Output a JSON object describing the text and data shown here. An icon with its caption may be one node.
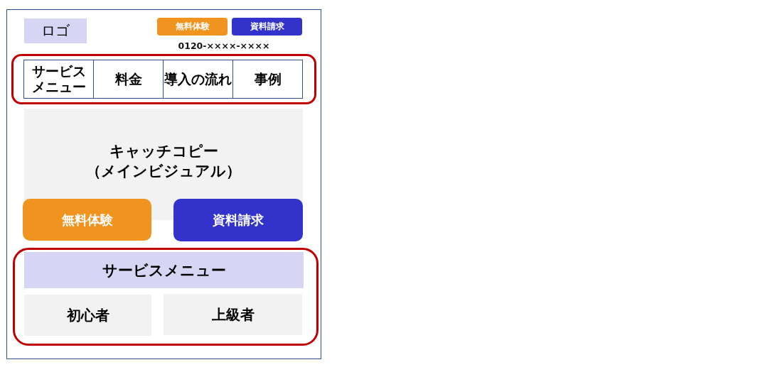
{
  "diagram": {
    "nodes": [
      {
        "text": [],
        "shape": "box"
      },
      {
        "text": [
          "ロゴ"
        ],
        "in": 0
      },
      {
        "text": [
          "無料体験"
        ],
        "in": 0
      },
      {
        "text": [
          "資料請求"
        ],
        "in": 0
      },
      {
        "text": [],
        "shape": "box",
        "in": 0
      },
      {
        "text": [
          "サービスメニュー"
        ],
        "in": 4
      },
      {
        "text": [
          "料金"
        ],
        "in": 4
      },
      {
        "text": [
          "導入の流れ"
        ],
        "in": 4
      },
      {
        "text": [
          "事例"
        ],
        "in": 4
      },
      {
        "text": [
          "キャッチコピー（メインビジュアル）"
        ],
        "in": 0
      },
      {
        "text": [
          "無料体験"
        ],
        "in": 0
      },
      {
        "text": [
          "資料請求"
        ],
        "in": 0
      },
      {
        "text": [],
        "shape": "box",
        "in": 0
      },
      {
        "text": [
          "サービスメニュー"
        ],
        "in": 12
      },
      {
        "text": [
          "初心者"
        ],
        "in": 12
      },
      {
        "text": [
          "上級者"
        ],
        "in": 12
      }
    ],
    "labels": [
      "0120-××××-××××"
    ]
  }
}
